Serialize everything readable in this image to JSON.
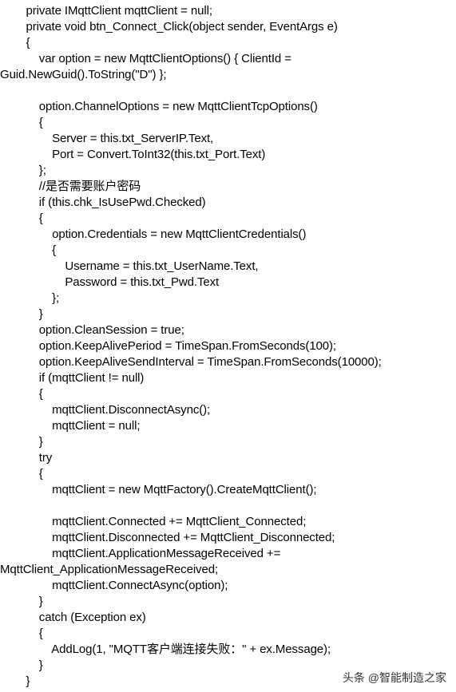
{
  "code_lines": [
    "        private IMqttClient mqttClient = null;",
    "        private void btn_Connect_Click(object sender, EventArgs e)",
    "        {",
    "            var option = new MqttClientOptions() { ClientId =",
    "Guid.NewGuid().ToString(\"D\") };",
    "",
    "            option.ChannelOptions = new MqttClientTcpOptions()",
    "            {",
    "                Server = this.txt_ServerIP.Text,",
    "                Port = Convert.ToInt32(this.txt_Port.Text)",
    "            };",
    "            //是否需要账户密码",
    "            if (this.chk_IsUsePwd.Checked)",
    "            {",
    "                option.Credentials = new MqttClientCredentials()",
    "                {",
    "                    Username = this.txt_UserName.Text,",
    "                    Password = this.txt_Pwd.Text",
    "                };",
    "            }",
    "            option.CleanSession = true;",
    "            option.KeepAlivePeriod = TimeSpan.FromSeconds(100);",
    "            option.KeepAliveSendInterval = TimeSpan.FromSeconds(10000);",
    "            if (mqttClient != null)",
    "            {",
    "                mqttClient.DisconnectAsync();",
    "                mqttClient = null;",
    "            }",
    "            try",
    "            {",
    "                mqttClient = new MqttFactory().CreateMqttClient();",
    "",
    "                mqttClient.Connected += MqttClient_Connected;",
    "                mqttClient.Disconnected += MqttClient_Disconnected;",
    "                mqttClient.ApplicationMessageReceived +=",
    "MqttClient_ApplicationMessageReceived;",
    "                mqttClient.ConnectAsync(option);",
    "            }",
    "            catch (Exception ex)",
    "            {",
    "                AddLog(1, \"MQTT客户端连接失败：\" + ex.Message);",
    "            }",
    "        }"
  ],
  "watermark": "头条 @智能制造之家"
}
